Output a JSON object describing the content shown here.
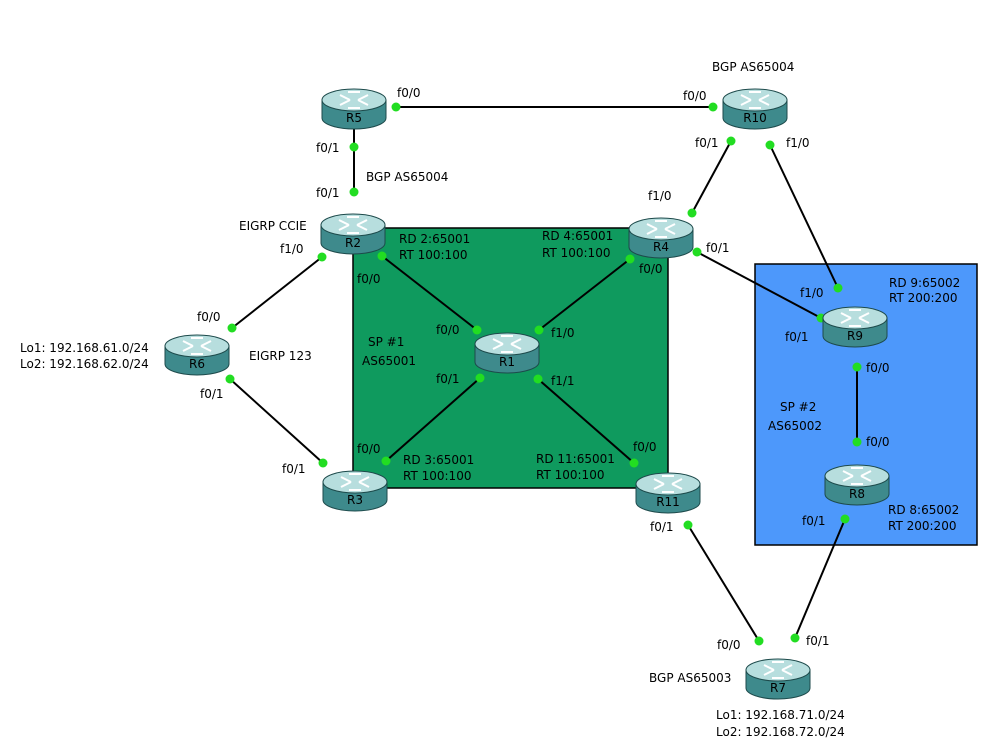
{
  "colors": {
    "sp1_fill": "#0f9a5e",
    "sp2_fill": "#4d98fb",
    "port_dot": "#22dd22",
    "router_body": "#3e8a8c",
    "router_top": "#b7dede"
  },
  "icon": "router-icon",
  "routers": [
    {
      "id": "R1",
      "label": "R1"
    },
    {
      "id": "R2",
      "label": "R2"
    },
    {
      "id": "R3",
      "label": "R3"
    },
    {
      "id": "R4",
      "label": "R4"
    },
    {
      "id": "R5",
      "label": "R5"
    },
    {
      "id": "R6",
      "label": "R6"
    },
    {
      "id": "R7",
      "label": "R7"
    },
    {
      "id": "R8",
      "label": "R8"
    },
    {
      "id": "R9",
      "label": "R9"
    },
    {
      "id": "R10",
      "label": "R10"
    },
    {
      "id": "R11",
      "label": "R11"
    }
  ],
  "links": [
    {
      "a": "R5",
      "a_port": "f0/0",
      "b": "R10",
      "b_port": "f0/0"
    },
    {
      "a": "R5",
      "a_port": "f0/1",
      "b": "R2",
      "b_port": "f0/1"
    },
    {
      "a": "R10",
      "a_port": "f0/1",
      "b": "R4",
      "b_port": "f1/0"
    },
    {
      "a": "R10",
      "a_port": "f1/0",
      "b": "R9",
      "b_port": "f1/0"
    },
    {
      "a": "R2",
      "a_port": "f1/0",
      "b": "R6",
      "b_port": "f0/0"
    },
    {
      "a": "R6",
      "a_port": "f0/1",
      "b": "R3",
      "b_port": "f0/1"
    },
    {
      "a": "R2",
      "a_port": "f0/0",
      "b": "R1",
      "b_port": "f0/0"
    },
    {
      "a": "R4",
      "a_port": "f0/0",
      "b": "R1",
      "b_port": "f1/0"
    },
    {
      "a": "R3",
      "a_port": "f0/0",
      "b": "R1",
      "b_port": "f0/1"
    },
    {
      "a": "R11",
      "a_port": "f0/0",
      "b": "R1",
      "b_port": "f1/1"
    },
    {
      "a": "R4",
      "a_port": "f0/1",
      "b": "R9",
      "b_port": "f0/1"
    },
    {
      "a": "R9",
      "a_port": "f0/0",
      "b": "R8",
      "b_port": "f0/0"
    },
    {
      "a": "R11",
      "a_port": "f0/1",
      "b": "R7",
      "b_port": "f0/0"
    },
    {
      "a": "R8",
      "a_port": "f0/1",
      "b": "R7",
      "b_port": "f0/1"
    }
  ],
  "labels": {
    "bgp_r10": "BGP AS65004",
    "bgp_r2": "BGP AS65004",
    "bgp_r7": "BGP AS65003",
    "eigrp_ccie": "EIGRP CCIE",
    "eigrp_123": "EIGRP 123",
    "r6_lo1": "Lo1: 192.168.61.0/24",
    "r6_lo2": "Lo2: 192.168.62.0/24",
    "r7_lo1": "Lo1: 192.168.71.0/24",
    "r7_lo2": "Lo2: 192.168.72.0/24",
    "sp1_name": "SP #1",
    "sp1_as": "AS65001",
    "sp2_name": "SP #2",
    "sp2_as": "AS65002",
    "r2_rd": "RD 2:65001",
    "r2_rt": "RT 100:100",
    "r4_rd": "RD 4:65001",
    "r4_rt": "RT 100:100",
    "r3_rd": "RD 3:65001",
    "r3_rt": "RT 100:100",
    "r11_rd": "RD 11:65001",
    "r11_rt": "RT 100:100",
    "r9_rd": "RD 9:65002",
    "r9_rt": "RT 200:200",
    "r8_rd": "RD 8:65002",
    "r8_rt": "RT 200:200"
  }
}
